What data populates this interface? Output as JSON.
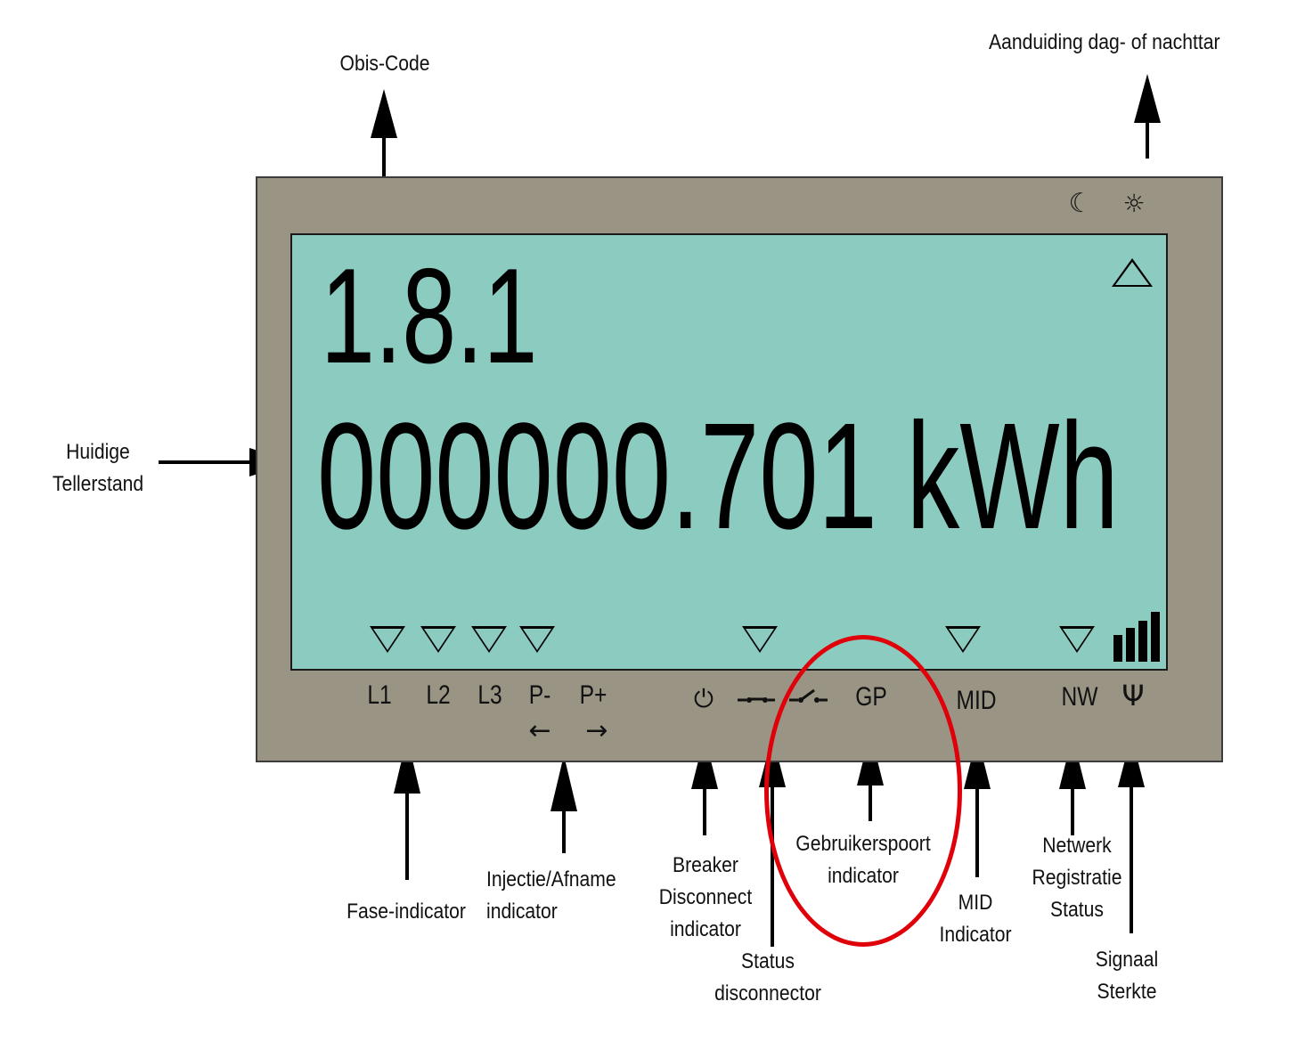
{
  "callouts": {
    "obis_code": "Obis-Code",
    "day_night": "Aanduiding dag- of nachttar",
    "current_reading": [
      "Huidige",
      "Tellerstand"
    ],
    "phase": "Fase-indicator",
    "injection": [
      "Injectie/Afname",
      "indicator"
    ],
    "breaker": [
      "Breaker",
      "Disconnect",
      "indicator"
    ],
    "disconnector_status": [
      "Status",
      "disconnector"
    ],
    "user_port": [
      "Gebruikerspoort",
      "indicator"
    ],
    "mid": [
      "MID",
      "Indicator"
    ],
    "network": [
      "Netwerk",
      "Registratie",
      "Status"
    ],
    "signal": [
      "Signaal",
      "Sterkte"
    ]
  },
  "display": {
    "obis": "1.8.1",
    "reading": "000000.701 kWh",
    "night_symbol": "☾",
    "day_symbol": "☼"
  },
  "panel_labels": {
    "l1": "L1",
    "l2": "L2",
    "l3": "L3",
    "p_minus": "P-",
    "p_plus": "P+",
    "arrow_left": "←",
    "arrow_right": "→",
    "power": "⏻",
    "gp": "GP",
    "mid": "MID",
    "nw": "NW",
    "antenna": "Ψ"
  },
  "icons": {
    "day_night": [
      "moon-icon",
      "sun-icon"
    ],
    "switches": [
      "switch-closed-icon",
      "switch-open-icon"
    ],
    "signal": "signal-strength-icon"
  },
  "colors": {
    "lcd": "#8ccbc0",
    "frame": "#9a9484",
    "highlight": "#e0000a"
  }
}
